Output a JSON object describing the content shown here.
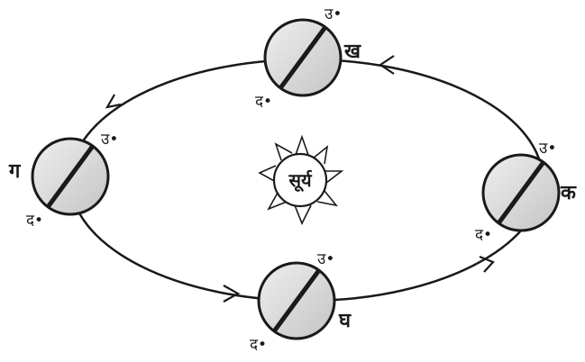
{
  "sun": {
    "label": "सूर्य"
  },
  "north_label": "उ•",
  "south_label": "द•",
  "positions": [
    {
      "id": "ka",
      "label": "क"
    },
    {
      "id": "kha",
      "label": "ख"
    },
    {
      "id": "ga",
      "label": "ग"
    },
    {
      "id": "gha",
      "label": "घ"
    }
  ],
  "colors": {
    "ink": "#1a1a1a",
    "earth_fill": "#d9d9d9",
    "background": "#ffffff"
  }
}
